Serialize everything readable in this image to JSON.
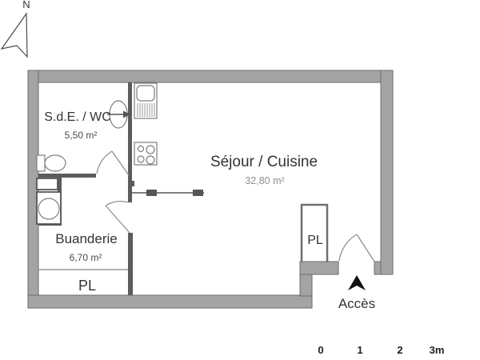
{
  "plan": {
    "compass_label": "N",
    "rooms": {
      "sde": {
        "name": "S.d.E. / WC",
        "area": "5,50 m²"
      },
      "sejour": {
        "name": "Séjour / Cuisine",
        "area": "32,80 m²"
      },
      "buanderie": {
        "name": "Buanderie",
        "area": "6,70 m²"
      }
    },
    "closets": {
      "buanderie_pl": "PL",
      "entry_pl": "PL"
    },
    "entrance": {
      "label": "Accès"
    },
    "scale_bar": {
      "ticks": {
        "t0": "0",
        "t1": "1",
        "t2": "2",
        "t3": "3m"
      }
    },
    "fixtures": {
      "kitchen_sink": "kitchen-sink",
      "cooktop": "cooktop-4-burners",
      "washbasin": "washbasin-with-arrow",
      "toilet": "toilet",
      "washing_machine": "washing-machine",
      "shelf": "storage-cabinet",
      "radiator": "radiator"
    },
    "colors": {
      "wall_fill": "#a4a4a4",
      "wall_outline": "#6b6b6b",
      "partition": "#5c5c5c",
      "text_dark": "#333333",
      "text_muted": "#8f8f8f",
      "entrance_arrow": "#111111"
    }
  }
}
